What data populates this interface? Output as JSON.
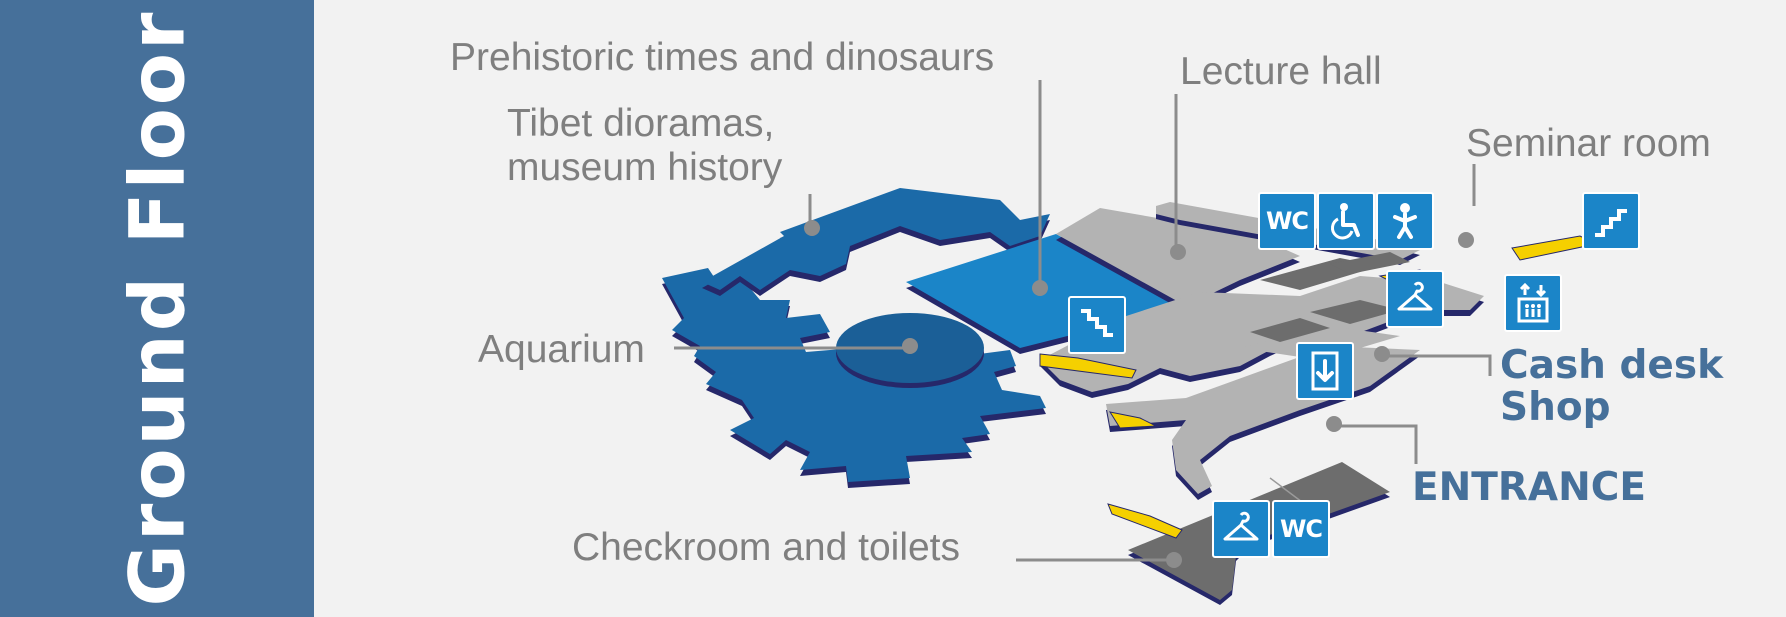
{
  "floor_title": "Ground Floor",
  "labels": {
    "prehistoric": "Prehistoric times and dinosaurs",
    "tibet_line1": "Tibet dioramas,",
    "tibet_line2": "museum history",
    "lecture": "Lecture hall",
    "seminar": "Seminar room",
    "aquarium": "Aquarium",
    "cash_desk": "Cash desk",
    "shop": "Shop",
    "entrance": "ENTRANCE",
    "checkroom": "Checkroom and toilets"
  },
  "pictograms": {
    "wc_upper": "WC",
    "wc_lower": "WC",
    "icons": [
      "toilets-icon",
      "wheelchair-icon",
      "baby-changing-icon",
      "stairs-icon",
      "cloakroom-icon",
      "elevator-icon",
      "stairs-down-icon",
      "exit-down-icon"
    ]
  },
  "colors": {
    "sidebar": "#46709a",
    "background": "#f2f2f2",
    "exhibit_blue": "#1b6aa8",
    "exhibit_light_blue": "#1b85c8",
    "public_grey": "#b3b3b3",
    "service_dark": "#6d6d6d",
    "stairs_yellow": "#f5d000",
    "label_grey": "#7f7f7f",
    "accent_text": "#46709a"
  }
}
